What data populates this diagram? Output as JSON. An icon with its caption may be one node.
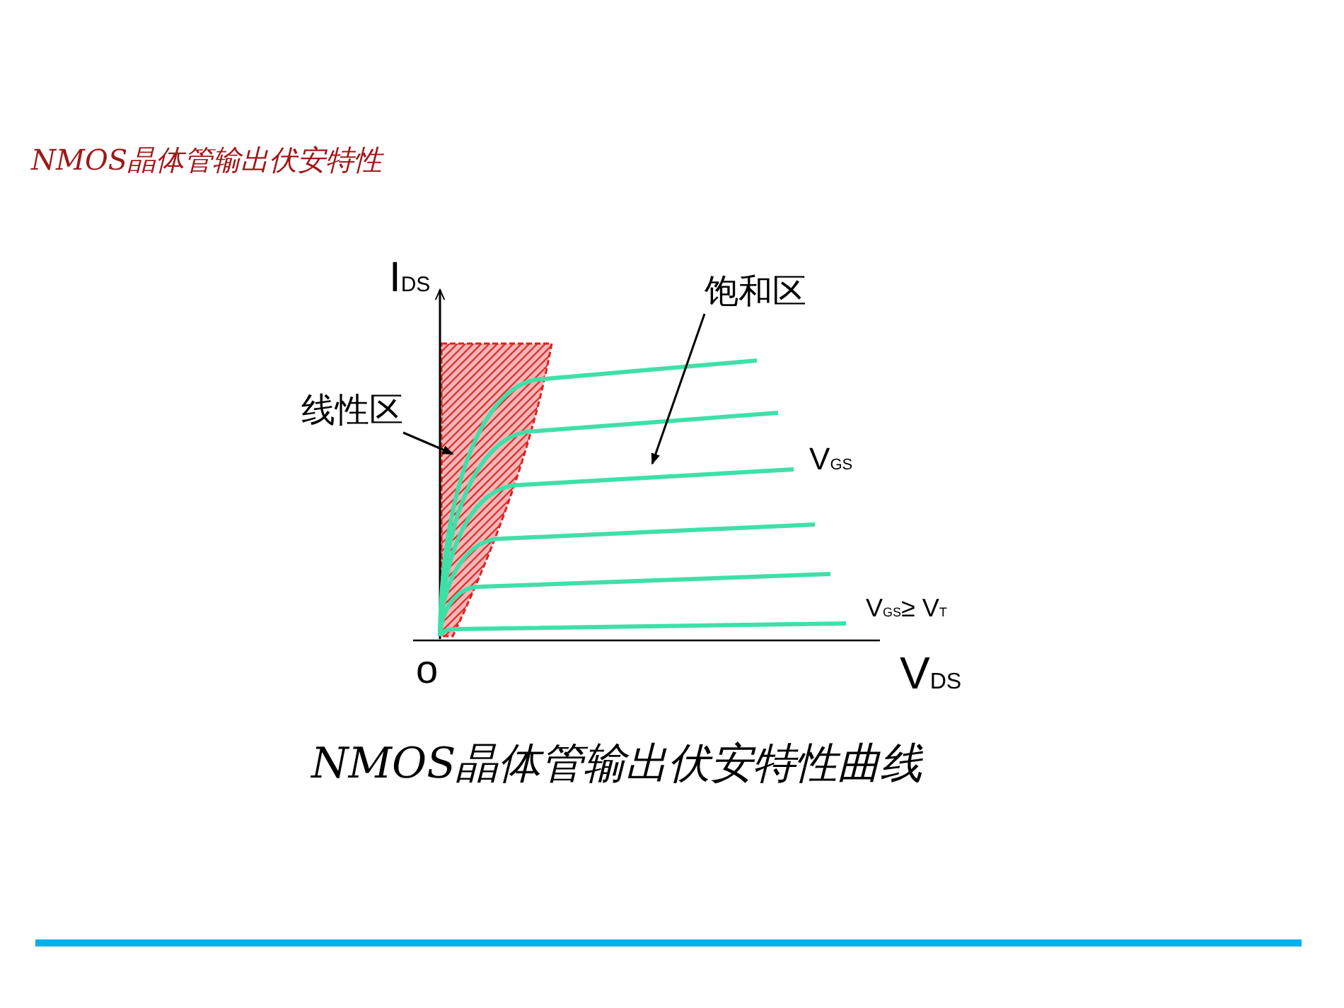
{
  "diagram": {
    "title": "NMOS晶体管输出伏安特性",
    "caption": "NMOS晶体管输出伏安特性曲线",
    "nodes": [
      {
        "text": [
          "饱和区"
        ]
      },
      {
        "text": [
          "线性区"
        ]
      },
      {
        "text": [],
        "shape": "picture"
      }
    ],
    "edges": [
      {
        "from": 0,
        "to": 2,
        "arrow": "to"
      },
      {
        "from": 1,
        "to": 2,
        "arrow": "to"
      }
    ],
    "labels": [
      "I$_{DS}$",
      "V$_{GS}$",
      "V$_{GS}$≥ V$_{T}$",
      "o",
      "V$_{DS}$"
    ]
  }
}
